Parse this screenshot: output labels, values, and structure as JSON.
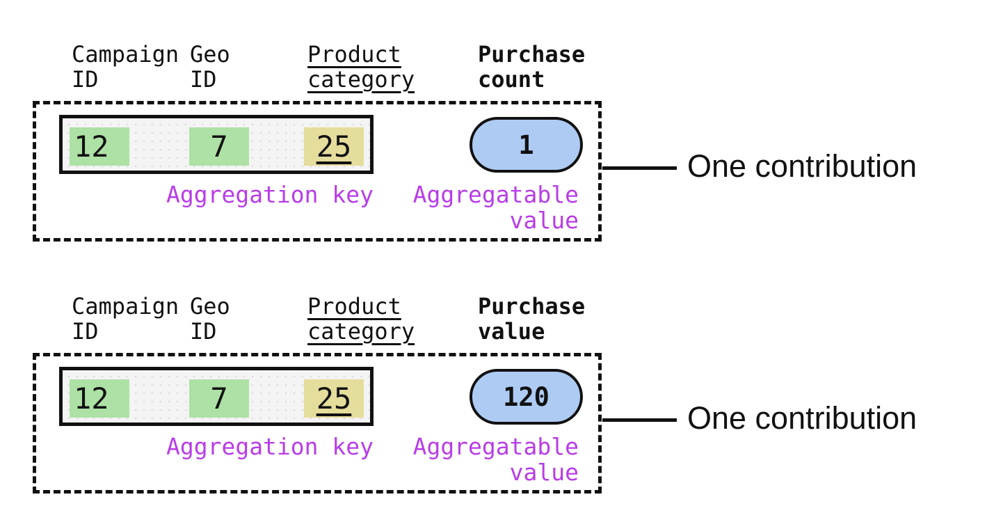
{
  "colors": {
    "highlight_green": "#aee1a5",
    "highlight_yellow": "#e5dd9b",
    "pill_blue": "#aecbf4",
    "label_purple": "#b83ce8",
    "ink": "#111111",
    "row_background": "#f4f4f4"
  },
  "sections": [
    {
      "columns": {
        "campaign_id": "Campaign\nID",
        "geo_id": "Geo\nID",
        "product_category": "Product\ncategory",
        "measure": "Purchase\ncount"
      },
      "record": {
        "campaign_id": "12",
        "geo_id": "7",
        "product_category": "25"
      },
      "aggregatable_value": "1",
      "aggregation_key_label": "Aggregation key",
      "aggregatable_value_label": "Aggregatable\nvalue",
      "callout": "One contribution"
    },
    {
      "columns": {
        "campaign_id": "Campaign\nID",
        "geo_id": "Geo\nID",
        "product_category": "Product\ncategory",
        "measure": "Purchase\nvalue"
      },
      "record": {
        "campaign_id": "12",
        "geo_id": "7",
        "product_category": "25"
      },
      "aggregatable_value": "120",
      "aggregation_key_label": "Aggregation key",
      "aggregatable_value_label": "Aggregatable\nvalue",
      "callout": "One contribution"
    }
  ]
}
